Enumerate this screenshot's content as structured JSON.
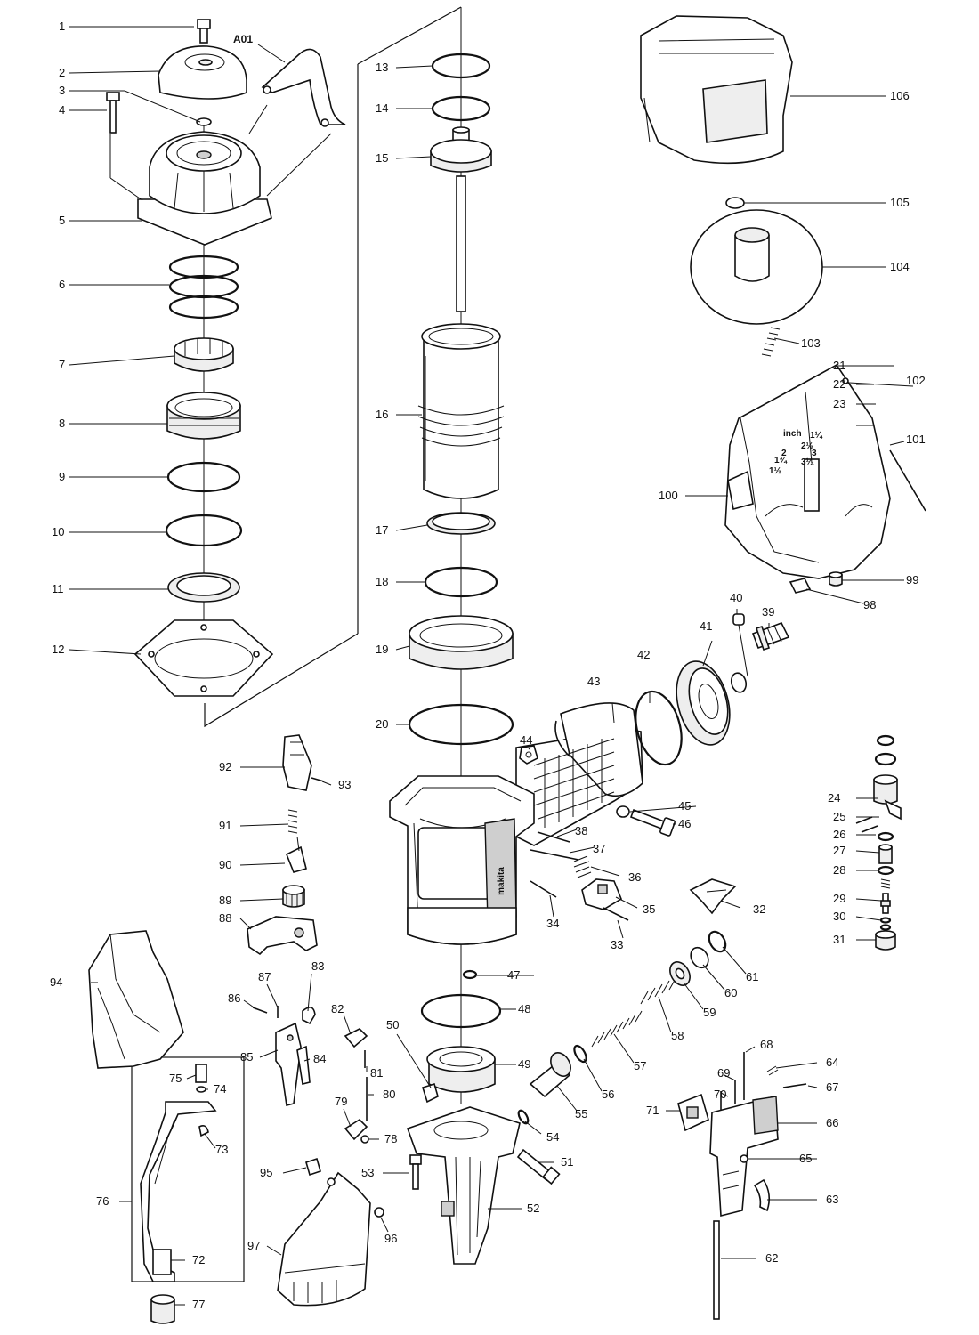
{
  "labels": {
    "p1": "1",
    "p2": "2",
    "p3": "3",
    "p4": "4",
    "p5": "5",
    "p6": "6",
    "p7": "7",
    "p8": "8",
    "p9": "9",
    "p10": "10",
    "p11": "11",
    "p12": "12",
    "a01": "A01",
    "p13": "13",
    "p14": "14",
    "p15": "15",
    "p16": "16",
    "p17": "17",
    "p18": "18",
    "p19": "19",
    "p20": "20",
    "p21": "21",
    "p22": "22",
    "p23": "23",
    "p24": "24",
    "p25": "25",
    "p26": "26",
    "p27": "27",
    "p28": "28",
    "p29": "29",
    "p30": "30",
    "p31": "31",
    "p32": "32",
    "p33": "33",
    "p34": "34",
    "p35": "35",
    "p36": "36",
    "p37": "37",
    "p38": "38",
    "p39": "39",
    "p40": "40",
    "p41": "41",
    "p42": "42",
    "p43": "43",
    "p44": "44",
    "p45": "45",
    "p46": "46",
    "p47": "47",
    "p48": "48",
    "p49": "49",
    "p50": "50",
    "p51": "51",
    "p52": "52",
    "p53": "53",
    "p54": "54",
    "p55": "55",
    "p56": "56",
    "p57": "57",
    "p58": "58",
    "p59": "59",
    "p60": "60",
    "p61": "61",
    "p62": "62",
    "p63": "63",
    "p64": "64",
    "p65": "65",
    "p66": "66",
    "p67": "67",
    "p68": "68",
    "p69": "69",
    "p70": "70",
    "p71": "71",
    "p72": "72",
    "p73": "73",
    "p74": "74",
    "p75": "75",
    "p76": "76",
    "p77": "77",
    "p78": "78",
    "p79": "79",
    "p80": "80",
    "p81": "81",
    "p82": "82",
    "p83": "83",
    "p84": "84",
    "p85": "85",
    "p86": "86",
    "p87": "87",
    "p88": "88",
    "p89": "89",
    "p90": "90",
    "p91": "91",
    "p92": "92",
    "p93": "93",
    "p94": "94",
    "p95": "95",
    "p96": "96",
    "p97": "97",
    "p98": "98",
    "p99": "99",
    "p100": "100",
    "p101": "101",
    "p102": "102",
    "p103": "103",
    "p104": "104",
    "p105": "105",
    "p106": "106"
  },
  "magazine_scale": {
    "unit": "inch",
    "marks": [
      "1¼",
      "2½",
      "2",
      "3",
      "1¾",
      "1½",
      "3¼"
    ]
  },
  "brand_mark": "makita"
}
